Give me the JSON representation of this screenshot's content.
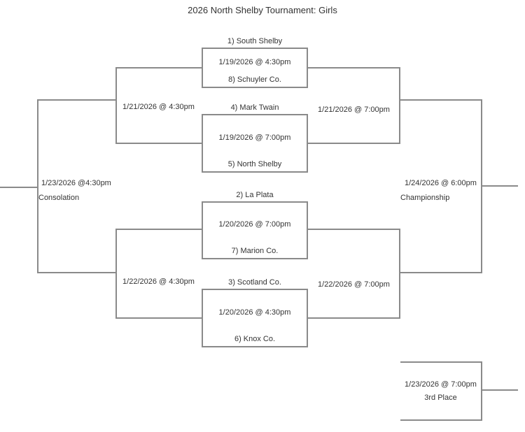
{
  "title": "2026 North Shelby Tournament: Girls",
  "colors": {
    "line_gray": "#8a8a8a",
    "text": "#333333",
    "background": "#ffffff"
  },
  "first_round": [
    {
      "top_team": "1) South Shelby",
      "datetime": "1/19/2026 @ 4:30pm",
      "bottom_team": "8) Schuyler Co."
    },
    {
      "top_team": "4) Mark Twain",
      "datetime": "1/19/2026 @ 7:00pm",
      "bottom_team": "5) North Shelby"
    },
    {
      "top_team": "2) La Plata",
      "datetime": "1/20/2026 @ 7:00pm",
      "bottom_team": "7) Marion Co."
    },
    {
      "top_team": "3) Scotland Co.",
      "datetime": "1/20/2026 @ 4:30pm",
      "bottom_team": "6) Knox Co."
    }
  ],
  "semifinals": {
    "upper_left": "1/21/2026 @ 4:30pm",
    "upper_right": "1/21/2026 @ 7:00pm",
    "lower_left": "1/22/2026 @ 4:30pm",
    "lower_right": "1/22/2026 @ 7:00pm"
  },
  "finals": {
    "consolation": {
      "datetime": "1/23/2026 @4:30pm",
      "label": "Consolation"
    },
    "championship": {
      "datetime": "1/24/2026 @ 6:00pm",
      "label": "Championship"
    },
    "third_place": {
      "datetime": "1/23/2026 @ 7:00pm",
      "label": "3rd Place"
    }
  }
}
